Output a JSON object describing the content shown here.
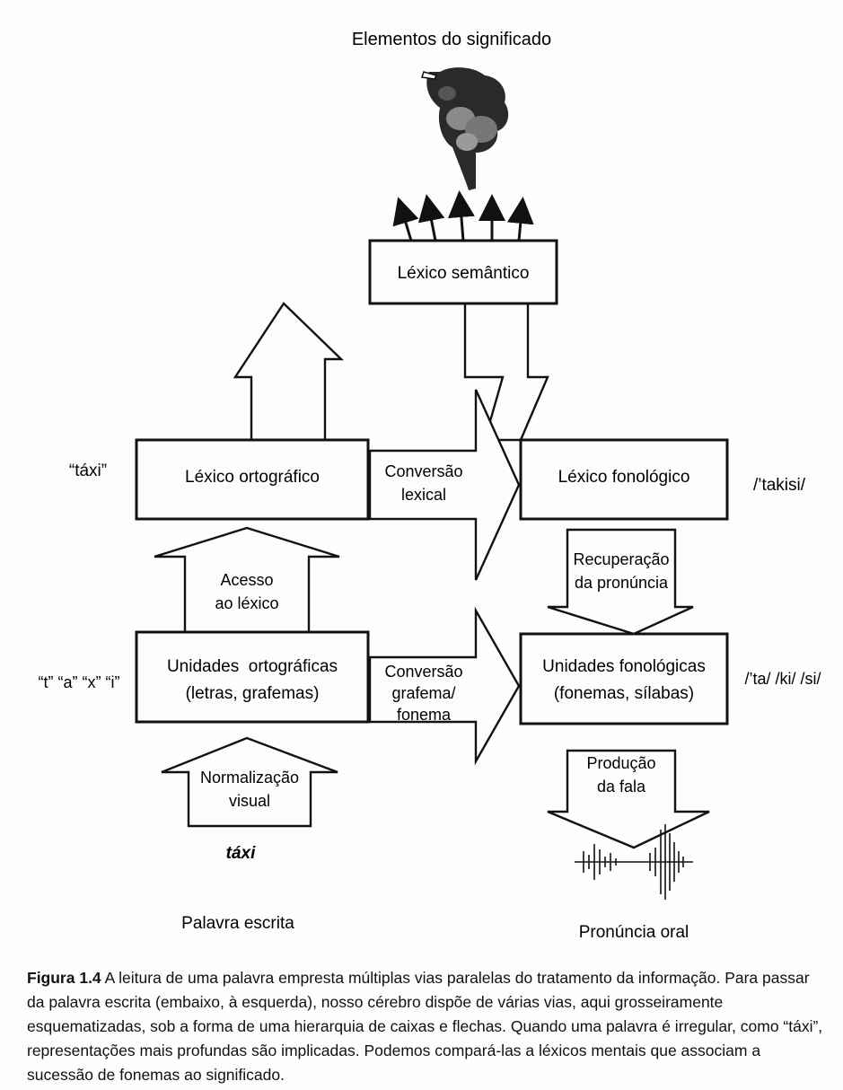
{
  "diagram": {
    "top_label": "Elementos do significado",
    "boxes": {
      "lexico_semantico": "Léxico semântico",
      "lexico_ortografico": "Léxico ortográfico",
      "conversao_lexical": [
        "Conversão",
        "lexical"
      ],
      "lexico_fonologico": "Léxico fonológico",
      "recuperacao": [
        "Recuperação",
        "da pronúncia"
      ],
      "acesso": [
        "Acesso",
        "ao léxico"
      ],
      "unidades_ortograficas": [
        "Unidades  ortográficas",
        "(letras, grafemas)"
      ],
      "conversao_grafema": [
        "Conversão",
        "grafema/",
        "fonema"
      ],
      "unidades_fonologicas": [
        "Unidades fonológicas",
        "(fonemas, sílabas)"
      ],
      "normalizacao": [
        "Normalização",
        "visual"
      ],
      "producao": [
        "Produção",
        "da fala"
      ]
    },
    "side_labels": {
      "taxi_quoted": "“táxi”",
      "taxi_phon": "/’takisi/",
      "letters": "“t” “a” “x” “i”",
      "syllables": "/’ta/ /ki/ /si/",
      "taxi_italic": "táxi"
    },
    "bottom_labels": {
      "palavra_escrita": "Palavra escrita",
      "pronuncia_oral": "Pronúncia oral"
    }
  },
  "caption": {
    "figure_label": "Figura 1.4",
    "text": " A leitura de uma palavra empresta múltiplas vias paralelas do tratamento da informação. Para passar da palavra escrita (embaixo, à esquerda), nosso cérebro dispõe de várias vias, aqui grosseiramente esquematizadas, sob a forma de uma hierarquia de caixas e flechas. Quando uma palavra é irregular, como “táxi”, representações mais profundas são implicadas. Podemos compará-las a léxicos mentais que associam a sucessão de fonemas ao significado."
  }
}
